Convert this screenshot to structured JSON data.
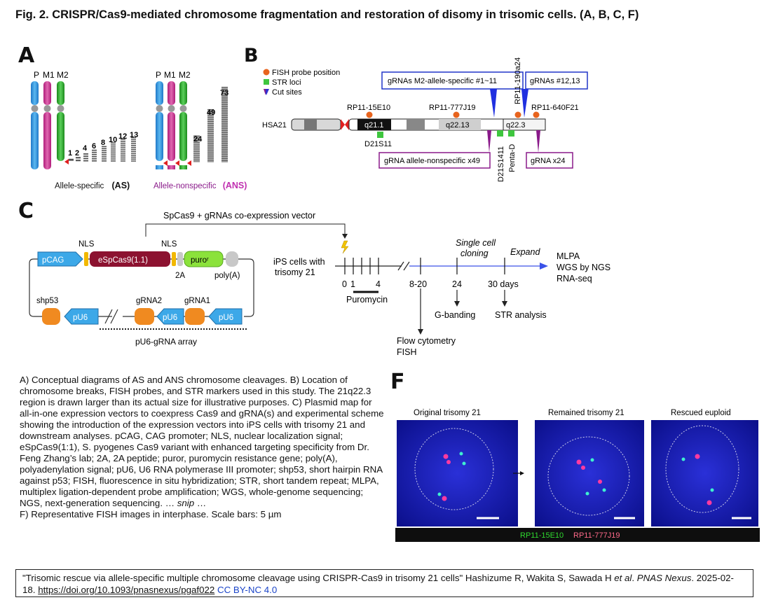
{
  "figure_title": "Fig. 2. CRISPR/Cas9-mediated chromosome fragmentation and restoration of disomy in trisomic cells.  (A, B, C, F)",
  "panels": {
    "a": {
      "letter": "A",
      "chrom_labels": [
        "P",
        "M1",
        "M2"
      ],
      "as_counts": [
        "1",
        "2",
        "4",
        "6",
        "8",
        "10",
        "12",
        "13"
      ],
      "ans_counts": [
        "24",
        "49",
        "73"
      ],
      "as_label": "Allele-specific",
      "as_tag": "(AS)",
      "ans_label": "Allele-nonspecific",
      "ans_tag": "(ANS)"
    },
    "b": {
      "letter": "B",
      "legend": [
        "FISH probe position",
        "STR loci",
        "Cut sites"
      ],
      "chrom_name": "HSA21",
      "bands": [
        "q21.1",
        "q22.13",
        "q22.3"
      ],
      "probes": [
        "RP11-15E10",
        "RP11-777J19",
        "RP11-190a24",
        "RP11-640F21"
      ],
      "str_loci": [
        "D21S11",
        "D21S1411",
        "Penta-D"
      ],
      "grna_boxes": [
        "gRNAs M2-allele-specific #1~11",
        "gRNAs #12,13",
        "gRNA allele-nonspecific x49",
        "gRNA x24"
      ]
    },
    "c": {
      "letter": "C",
      "vector_title": "SpCas9 + gRNAs co-expression vector",
      "elements": [
        "pCAG",
        "NLS",
        "eSpCas9(1.1)",
        "NLS",
        "puroʳ",
        "2A",
        "poly(A)",
        "shp53",
        "pU6",
        "gRNA2",
        "pU6",
        "gRNA1",
        "pU6"
      ],
      "array_label": "pU6-gRNA array",
      "timeline": {
        "start_label": "iPS cells with trisomy 21",
        "ticks": [
          "0",
          "1",
          "4",
          "8-20",
          "24",
          "30 days"
        ],
        "puromycin": "Puromycin",
        "single_cell": "Single cell cloning",
        "expand": "Expand",
        "outputs": [
          "MLPA",
          "WGS by NGS",
          "RNA-seq"
        ],
        "below": [
          "Flow cytometry",
          "FISH",
          "G-banding",
          "STR analysis"
        ]
      }
    },
    "f": {
      "letter": "F",
      "image_titles": [
        "Original trisomy 21",
        "Remained trisomy 21",
        "Rescued euploid"
      ],
      "legend_green": "RP11-15E10",
      "legend_red": "RP11-777J19"
    }
  },
  "caption": {
    "p1": "A) Conceptual diagrams of AS and ANS chromosome cleavages. B) Location of chromosome breaks, FISH probes, and STR markers used in this study. The 21q22.3 region is drawn larger than its actual size for illustrative purposes. C) Plasmid map for all-in-one expression vectors to coexpress Cas9 and gRNA(s) and experimental scheme showing the introduction of the expression vectors into iPS cells with trisomy 21 and downstream analyses. pCAG, CAG promoter; NLS, nuclear localization signal; eSpCas9(1:1), S. pyogenes Cas9 variant with enhanced targeting specificity from Dr. Feng Zhang’s lab; 2A, 2A peptide; puror, puromycin resistance gene; poly(A), polyadenylation signal; pU6, U6 RNA polymerase III promoter; shp53, short hairpin RNA against p53; FISH, fluorescence in situ hybridization; STR, short tandem repeat; MLPA, multiplex ligation-dependent probe amplification; WGS, whole-genome sequencing; NGS, next-generation sequencing. …",
    "snip": "snip",
    "ellipsis": " …",
    "p2": "F) Representative FISH images in interphase. Scale bars: 5 µm"
  },
  "citation": {
    "text": "\"Trisomic rescue via allele-specific multiple chromosome cleavage using CRISPR-Cas9 in trisomy 21 cells\" Hashizume R, Wakita S, Sawada H ",
    "etal": "et al",
    "dot": ". ",
    "journal": "PNAS Nexus",
    "date": ". 2025-02-18. ",
    "doi": "https://doi.org/10.1093/pnasnexus/pgaf022",
    "license": "CC BY-NC 4.0"
  }
}
